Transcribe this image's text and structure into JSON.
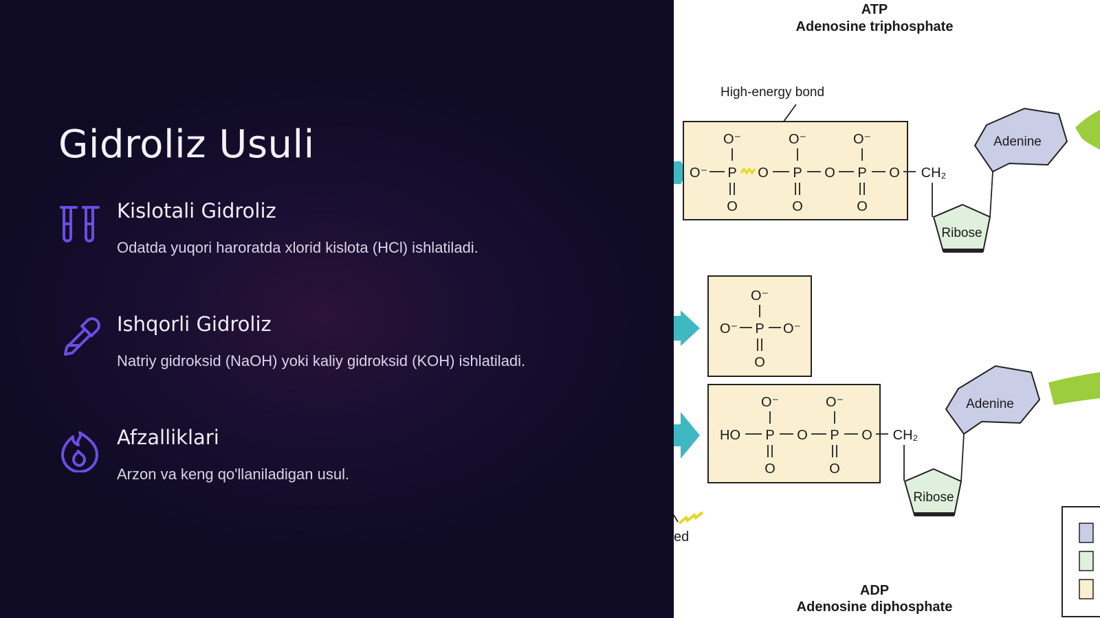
{
  "slide": {
    "title": "Gidroliz Usuli",
    "items": [
      {
        "icon": "test-tubes-icon",
        "heading": "Kislotali Gidroliz",
        "text": "Odatda yuqori haroratda xlorid kislota (HCl) ishlatiladi."
      },
      {
        "icon": "dropper-icon",
        "heading": "Ishqorli Gidroliz",
        "text": "Natriy gidroksid (NaOH) yoki kaliy gidroksid (KOH) ishlatiladi."
      },
      {
        "icon": "flame-icon",
        "heading": "Afzalliklari",
        "text": "Arzon va keng qo'llaniladigan usul."
      }
    ]
  },
  "diagram": {
    "atp_title": "ATP",
    "atp_subtitle": "Adenosine triphosphate",
    "high_energy_label": "High-energy bond",
    "adenine": "Adenine",
    "ribose": "Ribose",
    "adp_title": "ADP",
    "adp_subtitle": "Adenosine diphosphate",
    "oxygen": "O",
    "oxygen_ion": "O⁻",
    "phosphorus": "P",
    "hydroxyl": "HO",
    "ch2": "CH₂",
    "partial_label": "ed",
    "colors": {
      "phosphate_box": "#fbefd1",
      "adenine": "#c9cde6",
      "ribose": "#dff0dc",
      "arrow_teal": "#3fb8c2",
      "green_arc": "#9ccd3c",
      "bolt": "#e5d81f"
    }
  }
}
